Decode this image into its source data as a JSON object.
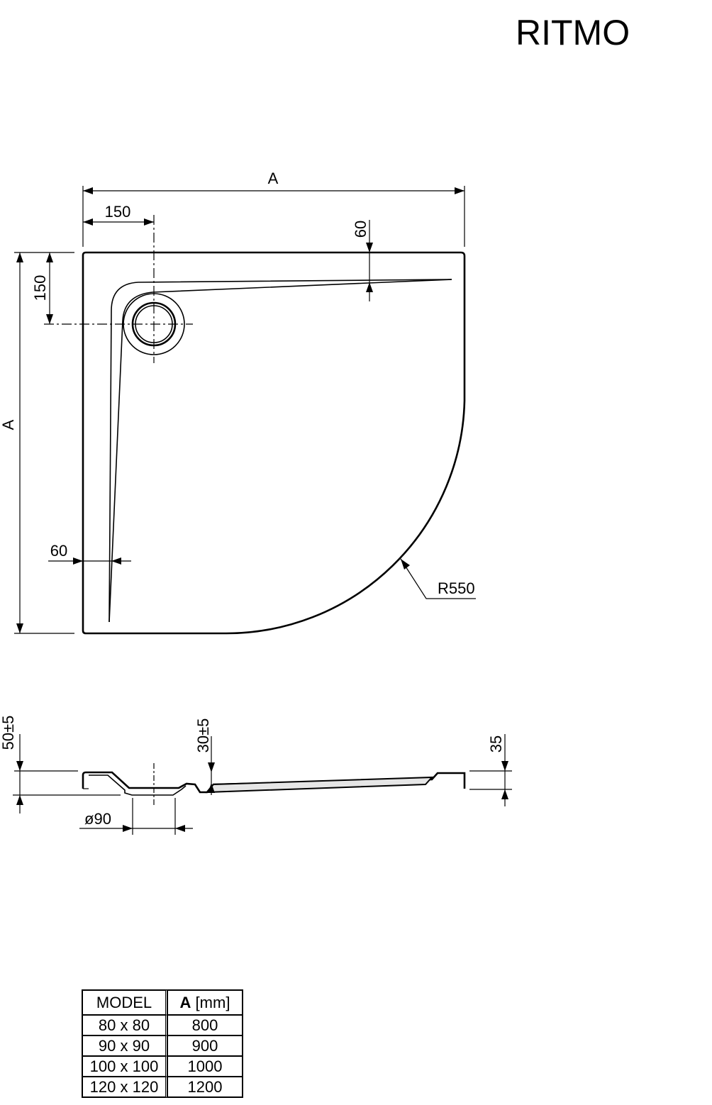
{
  "title": "RITMO",
  "top_view": {
    "width_label": "A",
    "height_label": "A",
    "drain_offset_x": "150",
    "drain_offset_y": "150",
    "rim_top": "60",
    "rim_left": "60",
    "radius": "R550"
  },
  "side_view": {
    "total_height": "50±5",
    "drain_height": "30±5",
    "rim_height": "35",
    "drain_diameter": "ø90"
  },
  "table": {
    "header_model": "MODEL",
    "header_a_bold": "A",
    "header_a_unit": " [mm]",
    "rows": [
      {
        "model": "80 x 80",
        "a": "800"
      },
      {
        "model": "90 x 90",
        "a": "900"
      },
      {
        "model": "100 x 100",
        "a": "1000"
      },
      {
        "model": "120 x 120",
        "a": "1200"
      }
    ]
  }
}
